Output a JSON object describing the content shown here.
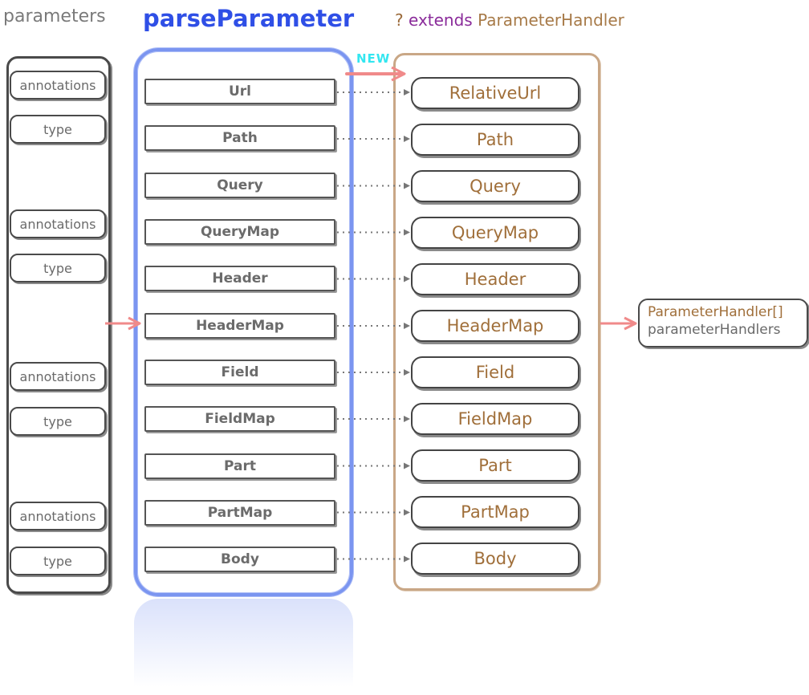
{
  "titles": {
    "parameters": "parameters",
    "parse_parameter": "parseParameter",
    "extends_q": "?",
    "extends_kw": "extends",
    "extends_class": "ParameterHandler"
  },
  "parameters": {
    "items": [
      "annotations",
      "type",
      "annotations",
      "type",
      "annotations",
      "type",
      "annotations",
      "type"
    ]
  },
  "annotations": [
    "Url",
    "Path",
    "Query",
    "QueryMap",
    "Header",
    "HeaderMap",
    "Field",
    "FieldMap",
    "Part",
    "PartMap",
    "Body"
  ],
  "handlers": [
    "RelativeUrl",
    "Path",
    "Query",
    "QueryMap",
    "Header",
    "HeaderMap",
    "Field",
    "FieldMap",
    "Part",
    "PartMap",
    "Body"
  ],
  "new_label": "NEW",
  "result": {
    "type": "ParameterHandler[]",
    "name": "parameterHandlers"
  },
  "colors": {
    "parse_border": "#7b95f0",
    "handler_border": "#c9a786",
    "arrow": "#f08a8a",
    "handler_text": "#a06f3a"
  }
}
